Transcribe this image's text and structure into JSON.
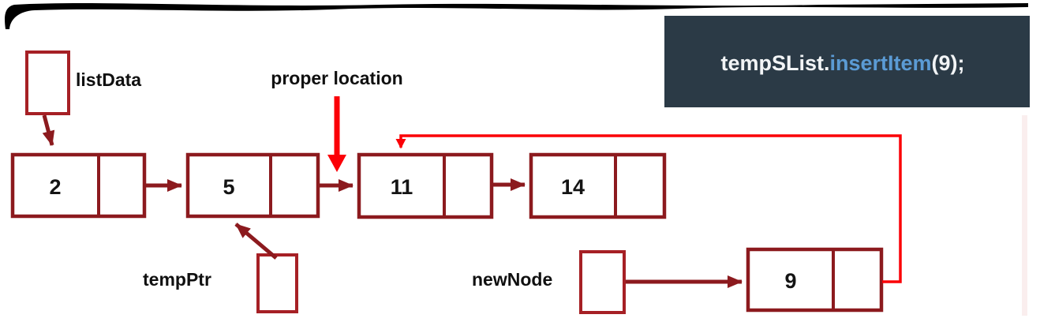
{
  "code_panel": {
    "part1": "tempSList.",
    "part2": "insertItem",
    "part3": "(9);"
  },
  "labels": {
    "list_data": "listData",
    "proper_location": "proper location",
    "temp_ptr": "tempPtr",
    "new_node": "newNode"
  },
  "nodes": [
    {
      "value": "2"
    },
    {
      "value": "5"
    },
    {
      "value": "11"
    },
    {
      "value": "14"
    },
    {
      "value": "9"
    }
  ],
  "colors": {
    "stroke_black": "#000000",
    "node_border": "#8C1A1E",
    "pointer_box_border": "#A62025",
    "arrow_dark": "#8C1A1E",
    "arrow_bright": "#FB0007",
    "code_bg": "#2B3A46",
    "code_text": "#F2F4F6",
    "code_accent": "#5B9BD5"
  }
}
